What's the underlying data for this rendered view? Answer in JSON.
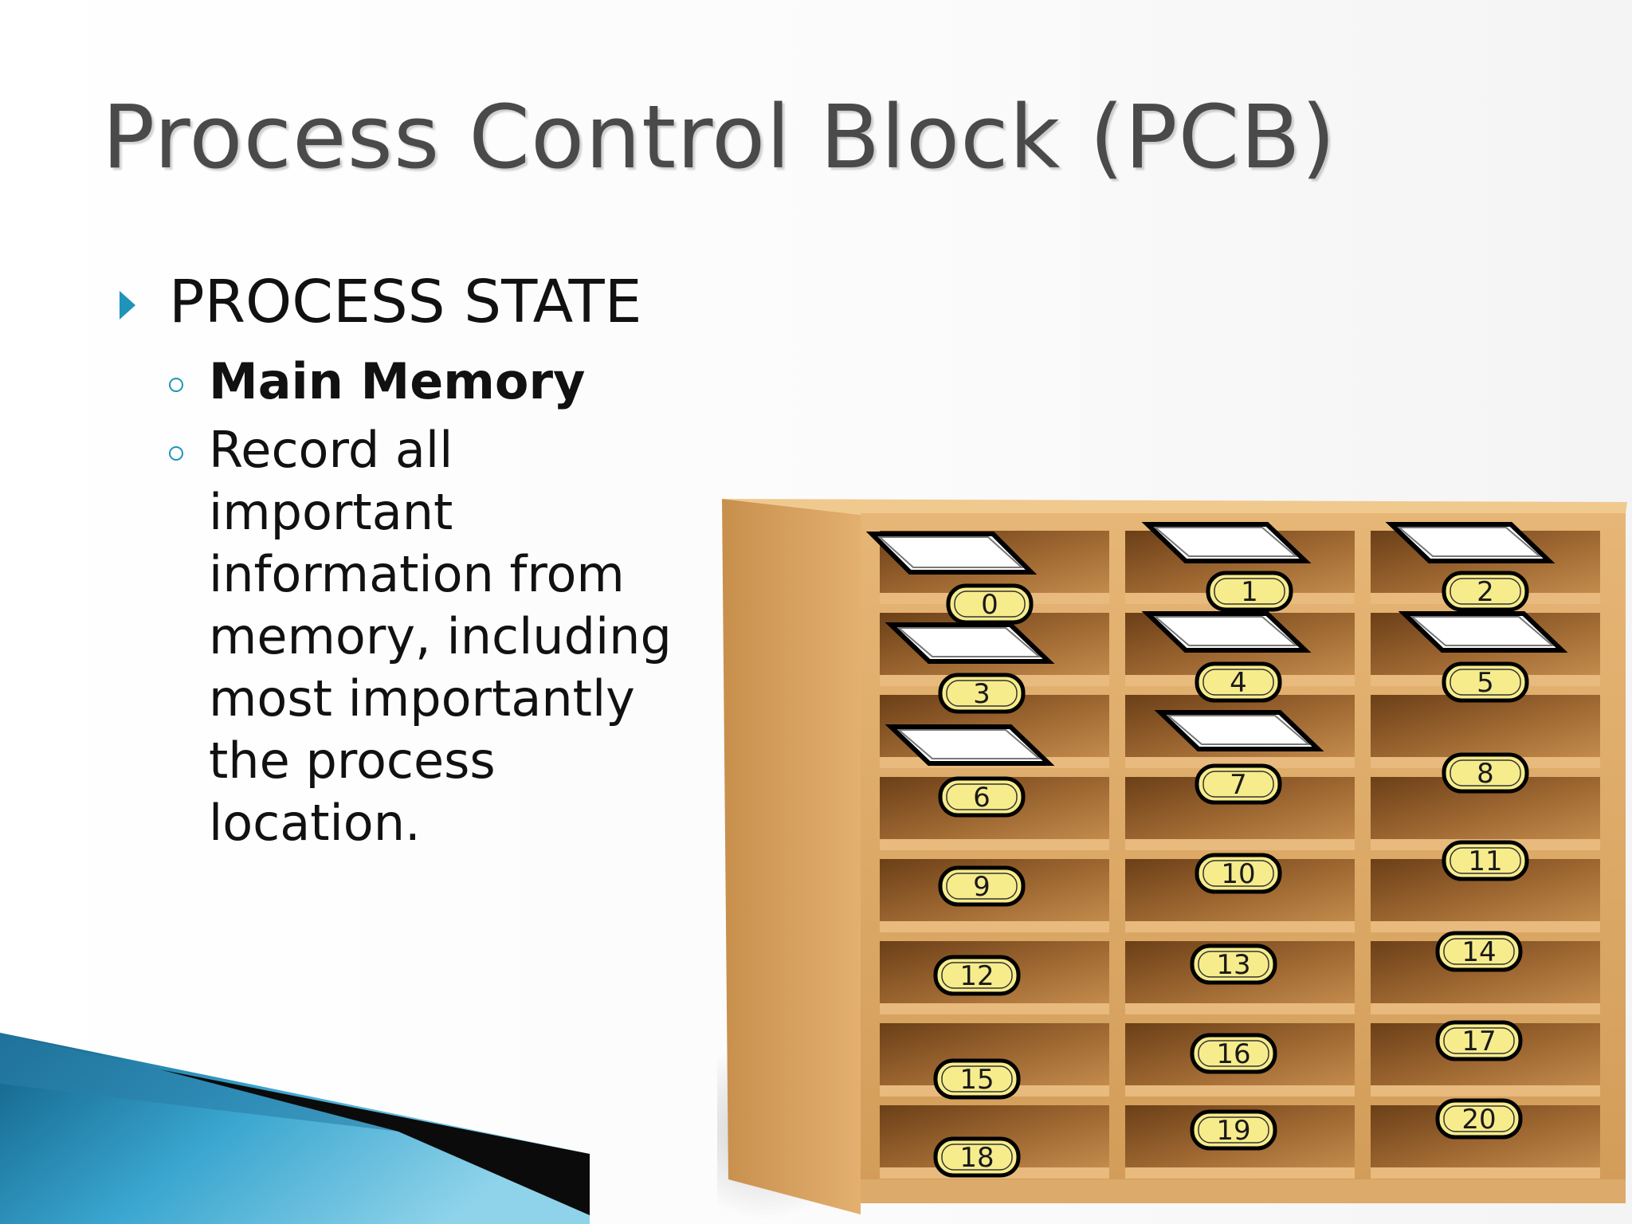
{
  "slide": {
    "title": "Process Control Block (PCB)",
    "bullet": "PROCESS STATE",
    "sub_bullets": [
      "Main Memory",
      "Record all important information from memory, including most importantly the process location."
    ]
  },
  "figure": {
    "slot_numbers": [
      "0",
      "1",
      "2",
      "3",
      "4",
      "5",
      "6",
      "7",
      "8",
      "9",
      "10",
      "11",
      "12",
      "13",
      "14",
      "15",
      "16",
      "17",
      "18",
      "19",
      "20"
    ],
    "colors": {
      "wood": "#d9a865",
      "tag": "#f7ec8c",
      "accent": "#1f94b8"
    }
  }
}
